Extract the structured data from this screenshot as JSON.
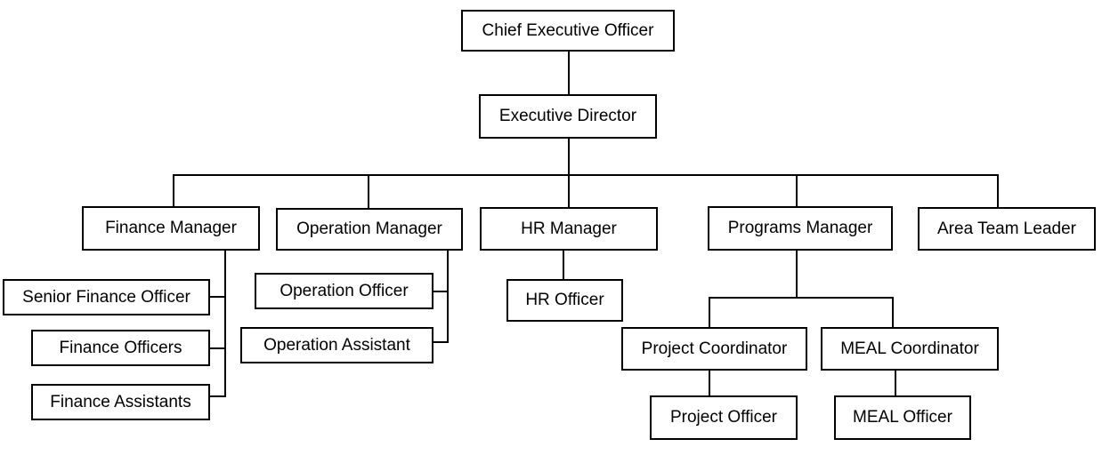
{
  "nodes": {
    "ceo": "Chief Executive Officer",
    "executive_director": "Executive Director",
    "finance_manager": "Finance Manager",
    "operation_manager": "Operation Manager",
    "hr_manager": "HR Manager",
    "programs_manager": "Programs Manager",
    "area_team_leader": "Area Team Leader",
    "senior_finance_officer": "Senior Finance Officer",
    "finance_officers": "Finance Officers",
    "finance_assistants": "Finance Assistants",
    "operation_officer": "Operation Officer",
    "operation_assistant": "Operation Assistant",
    "hr_officer": "HR Officer",
    "project_coordinator": "Project Coordinator",
    "meal_coordinator": "MEAL Coordinator",
    "project_officer": "Project Officer",
    "meal_officer": "MEAL Officer"
  },
  "colors": {
    "line": "#000000",
    "box_border": "#000000",
    "background": "#ffffff"
  }
}
